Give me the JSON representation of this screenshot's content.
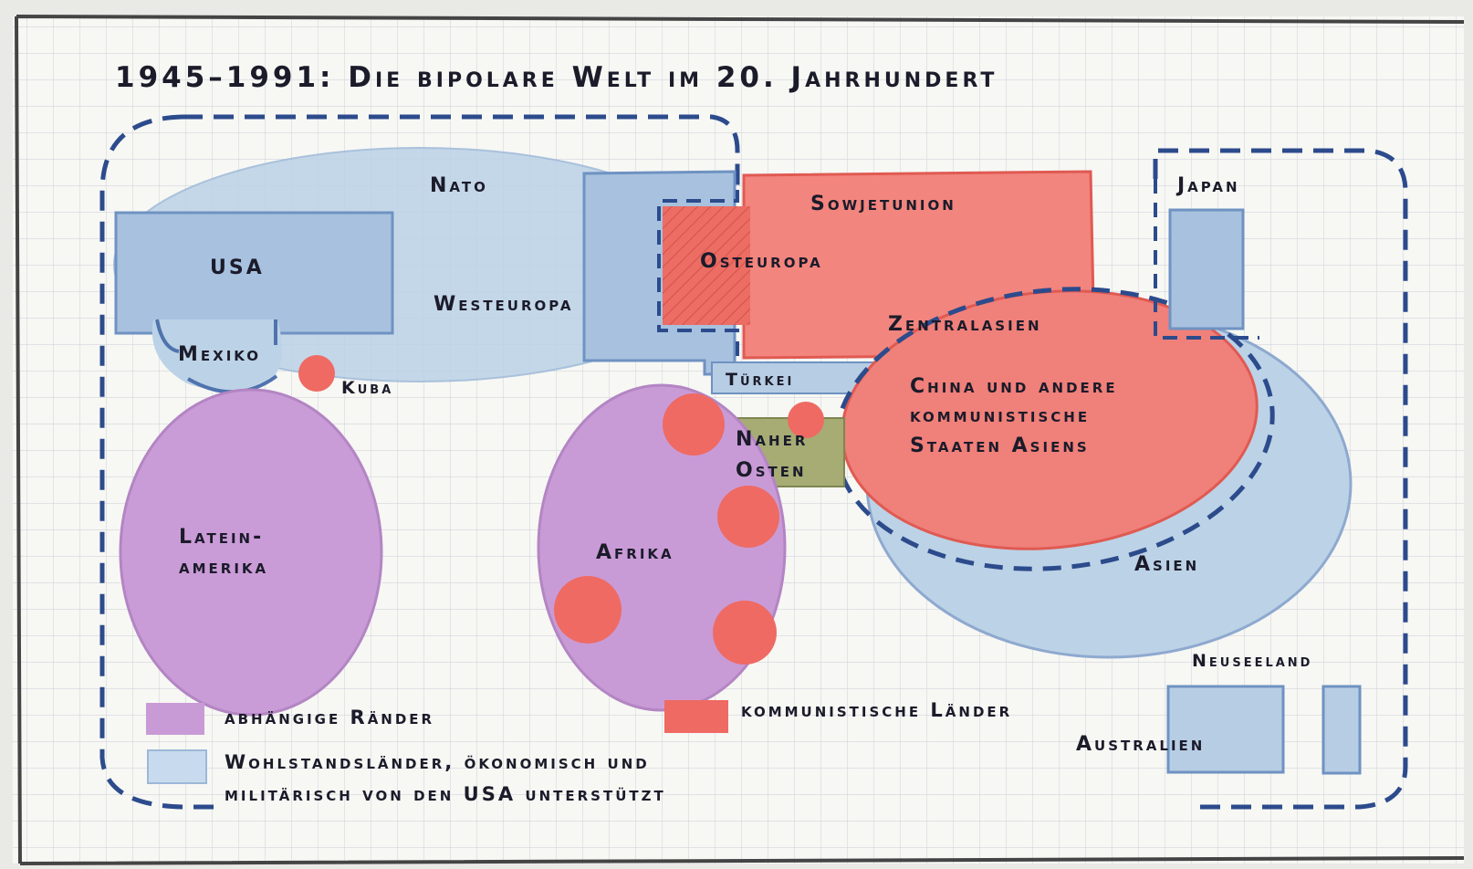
{
  "title": "1945–1991: Die bipolare Welt im 20. Jahrhundert",
  "regions": {
    "nato": "Nato",
    "usa": "USA",
    "westeuropa": "Westeuropa",
    "sowjetunion": "Sowjetunion",
    "osteuropa": "Osteuropa",
    "zentralasien": "Zentralasien",
    "japan": "Japan",
    "mexiko": "Mexiko",
    "kuba": "Kuba",
    "tuerkei": "Türkei",
    "naher_osten_1": "Naher",
    "naher_osten_2": "Osten",
    "china_1": "China und andere",
    "china_2": "kommunistische",
    "china_3": "Staaten Asiens",
    "lateinamerika_1": "Latein-",
    "lateinamerika_2": "amerika",
    "afrika": "Afrika",
    "asien": "Asien",
    "neuseeland": "Neuseeland",
    "australien": "Australien"
  },
  "legend": {
    "dependent": "abhängige Ränder",
    "communist": "kommunistische Länder",
    "wealthy_1": "Wohlstandsländer, ökonomisch und",
    "wealthy_2": "militärisch von den USA unterstützt"
  },
  "colors": {
    "paper": "#f7f7f4",
    "grid": "#d3d6dc",
    "blue_fill": "#b9cfe4",
    "blue_dark": "#9fbcdc",
    "blue_stroke": "#7d9dc6",
    "dash_stroke": "#2c4b8c",
    "red_fill": "#f0807a",
    "red_dark": "#e7584f",
    "purple_fill": "#c99bd6",
    "olive_fill": "#a6ac74",
    "frame": "#444444"
  }
}
